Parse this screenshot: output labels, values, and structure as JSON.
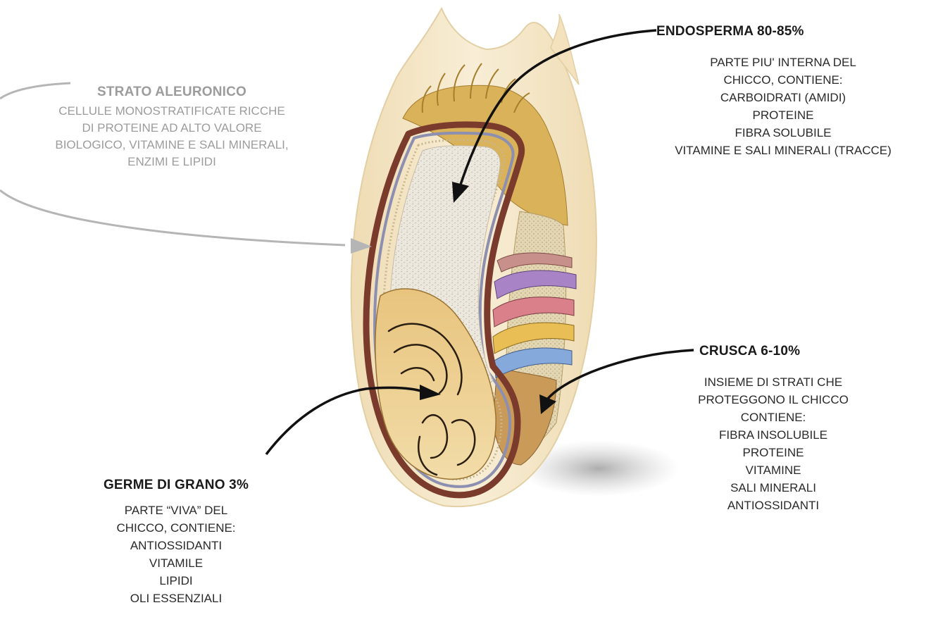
{
  "labels": {
    "endosperma": {
      "title": "ENDOSPERMA 80-85%",
      "lines": [
        "PARTE PIU' INTERNA DEL",
        "CHICCO, CONTIENE:",
        "CARBOIDRATI (AMIDI)",
        "PROTEINE",
        "FIBRA SOLUBILE",
        "VITAMINE E SALI MINERALI (TRACCE)"
      ]
    },
    "strato_aleuronico": {
      "title": "STRATO ALEURONICO",
      "lines": [
        "CELLULE MONOSTRATIFICATE RICCHE",
        "DI PROTEINE AD ALTO VALORE",
        "BIOLOGICO, VITAMINE E SALI MINERALI,",
        "ENZIMI E LIPIDI"
      ]
    },
    "crusca": {
      "title": "CRUSCA 6-10%",
      "lines": [
        "INSIEME DI STRATI CHE",
        "PROTEGGONO IL CHICCO",
        "CONTIENE:",
        "FIBRA INSOLUBILE",
        "PROTEINE",
        "VITAMINE",
        "SALI MINERALI",
        "ANTIOSSIDANTI"
      ]
    },
    "germe": {
      "title": "GERME DI GRANO 3%",
      "lines": [
        "PARTE “VIVA” DEL",
        "CHICCO, CONTIENE:",
        "ANTIOSSIDANTI",
        "VITAMILE",
        "LIPIDI",
        "OLI ESSENZIALI"
      ]
    }
  },
  "colors": {
    "husk": "#f4e7c9",
    "endosperm": "#ece7dc",
    "germ": "#e9c98a",
    "brush": "#d9b25a",
    "seed_coat": "#7a3a2c",
    "aleurone_stripe": "#8c8fb0",
    "bran_layers": [
      "#c8908a",
      "#a884c6",
      "#d9808a",
      "#e8be55",
      "#86a9dc",
      "#d6ad6c"
    ],
    "arrow_black": "#111111",
    "arrow_grey": "#b5b5b5",
    "grey_text": "#9c9c9c"
  }
}
